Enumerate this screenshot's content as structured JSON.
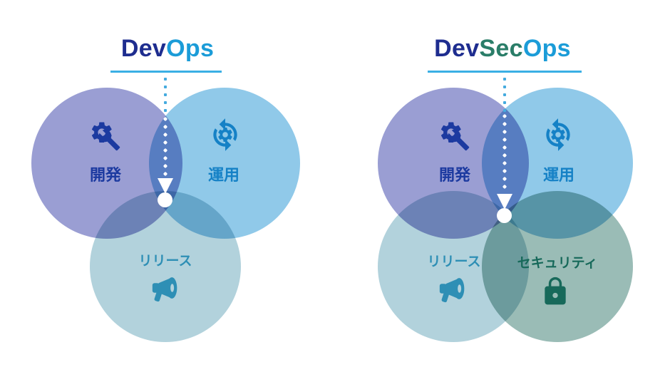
{
  "colors": {
    "title_dev": "#1e2d8f",
    "title_sec": "#2a7d68",
    "title_ops": "#1b9cd8",
    "title_underline": "#3aafe4",
    "circle_development": "#9a9ed3",
    "circle_operations": "#90c9e9",
    "circle_release": "#b2d2dc",
    "circle_security": "#9abcb6",
    "icon_development": "#1c3aa0",
    "icon_operations": "#1581c6",
    "icon_release": "#2e8fb5",
    "icon_security": "#17695a",
    "arrow_dots_upper": "#45abdf",
    "arrow_dots_lower": "#ffffff"
  },
  "diagrams": [
    {
      "title": {
        "seg0": "Dev",
        "seg1": "Ops"
      },
      "circles": [
        {
          "label": "開発",
          "icon": "gear-wrench-icon"
        },
        {
          "label": "運用",
          "icon": "sync-gear-icon"
        },
        {
          "label": "リリース",
          "icon": "megaphone-icon"
        }
      ]
    },
    {
      "title": {
        "seg0": "Dev",
        "seg1": "Sec",
        "seg2": "Ops"
      },
      "circles": [
        {
          "label": "開発",
          "icon": "gear-wrench-icon"
        },
        {
          "label": "運用",
          "icon": "sync-gear-icon"
        },
        {
          "label": "リリース",
          "icon": "megaphone-icon"
        },
        {
          "label": "セキュリティ",
          "icon": "lock-icon"
        }
      ]
    }
  ]
}
